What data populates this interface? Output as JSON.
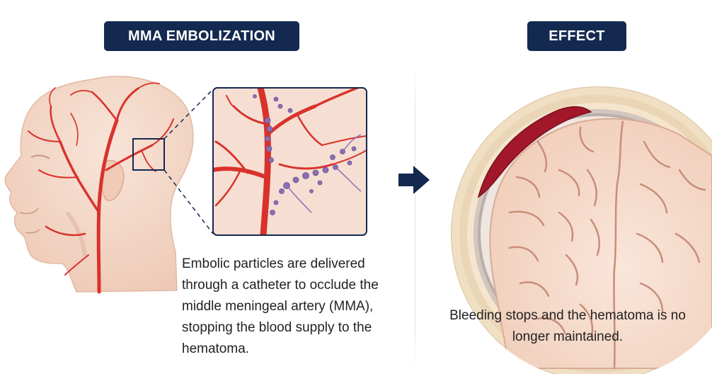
{
  "left_panel": {
    "title": "MMA EMBOLIZATION",
    "caption": "Embolic particles are delivered through a catheter to occlude the middle meningeal artery (MMA), stopping the blood supply to the hematoma."
  },
  "right_panel": {
    "title": "EFFECT",
    "caption": "Bleeding stops and the hematoma is no longer maintained."
  },
  "colors": {
    "badge": "#13294f",
    "artery": "#d9322c",
    "skin": "#f3d7c7",
    "embolic_particles": "#8a6fb3",
    "hematoma": "#a3172a",
    "brain": "#f6dccd",
    "arrow": "#13294f"
  },
  "icons": [
    "head-profile-illustration",
    "zoom-inset-illustration",
    "right-arrow-icon",
    "brain-cross-section-illustration"
  ]
}
